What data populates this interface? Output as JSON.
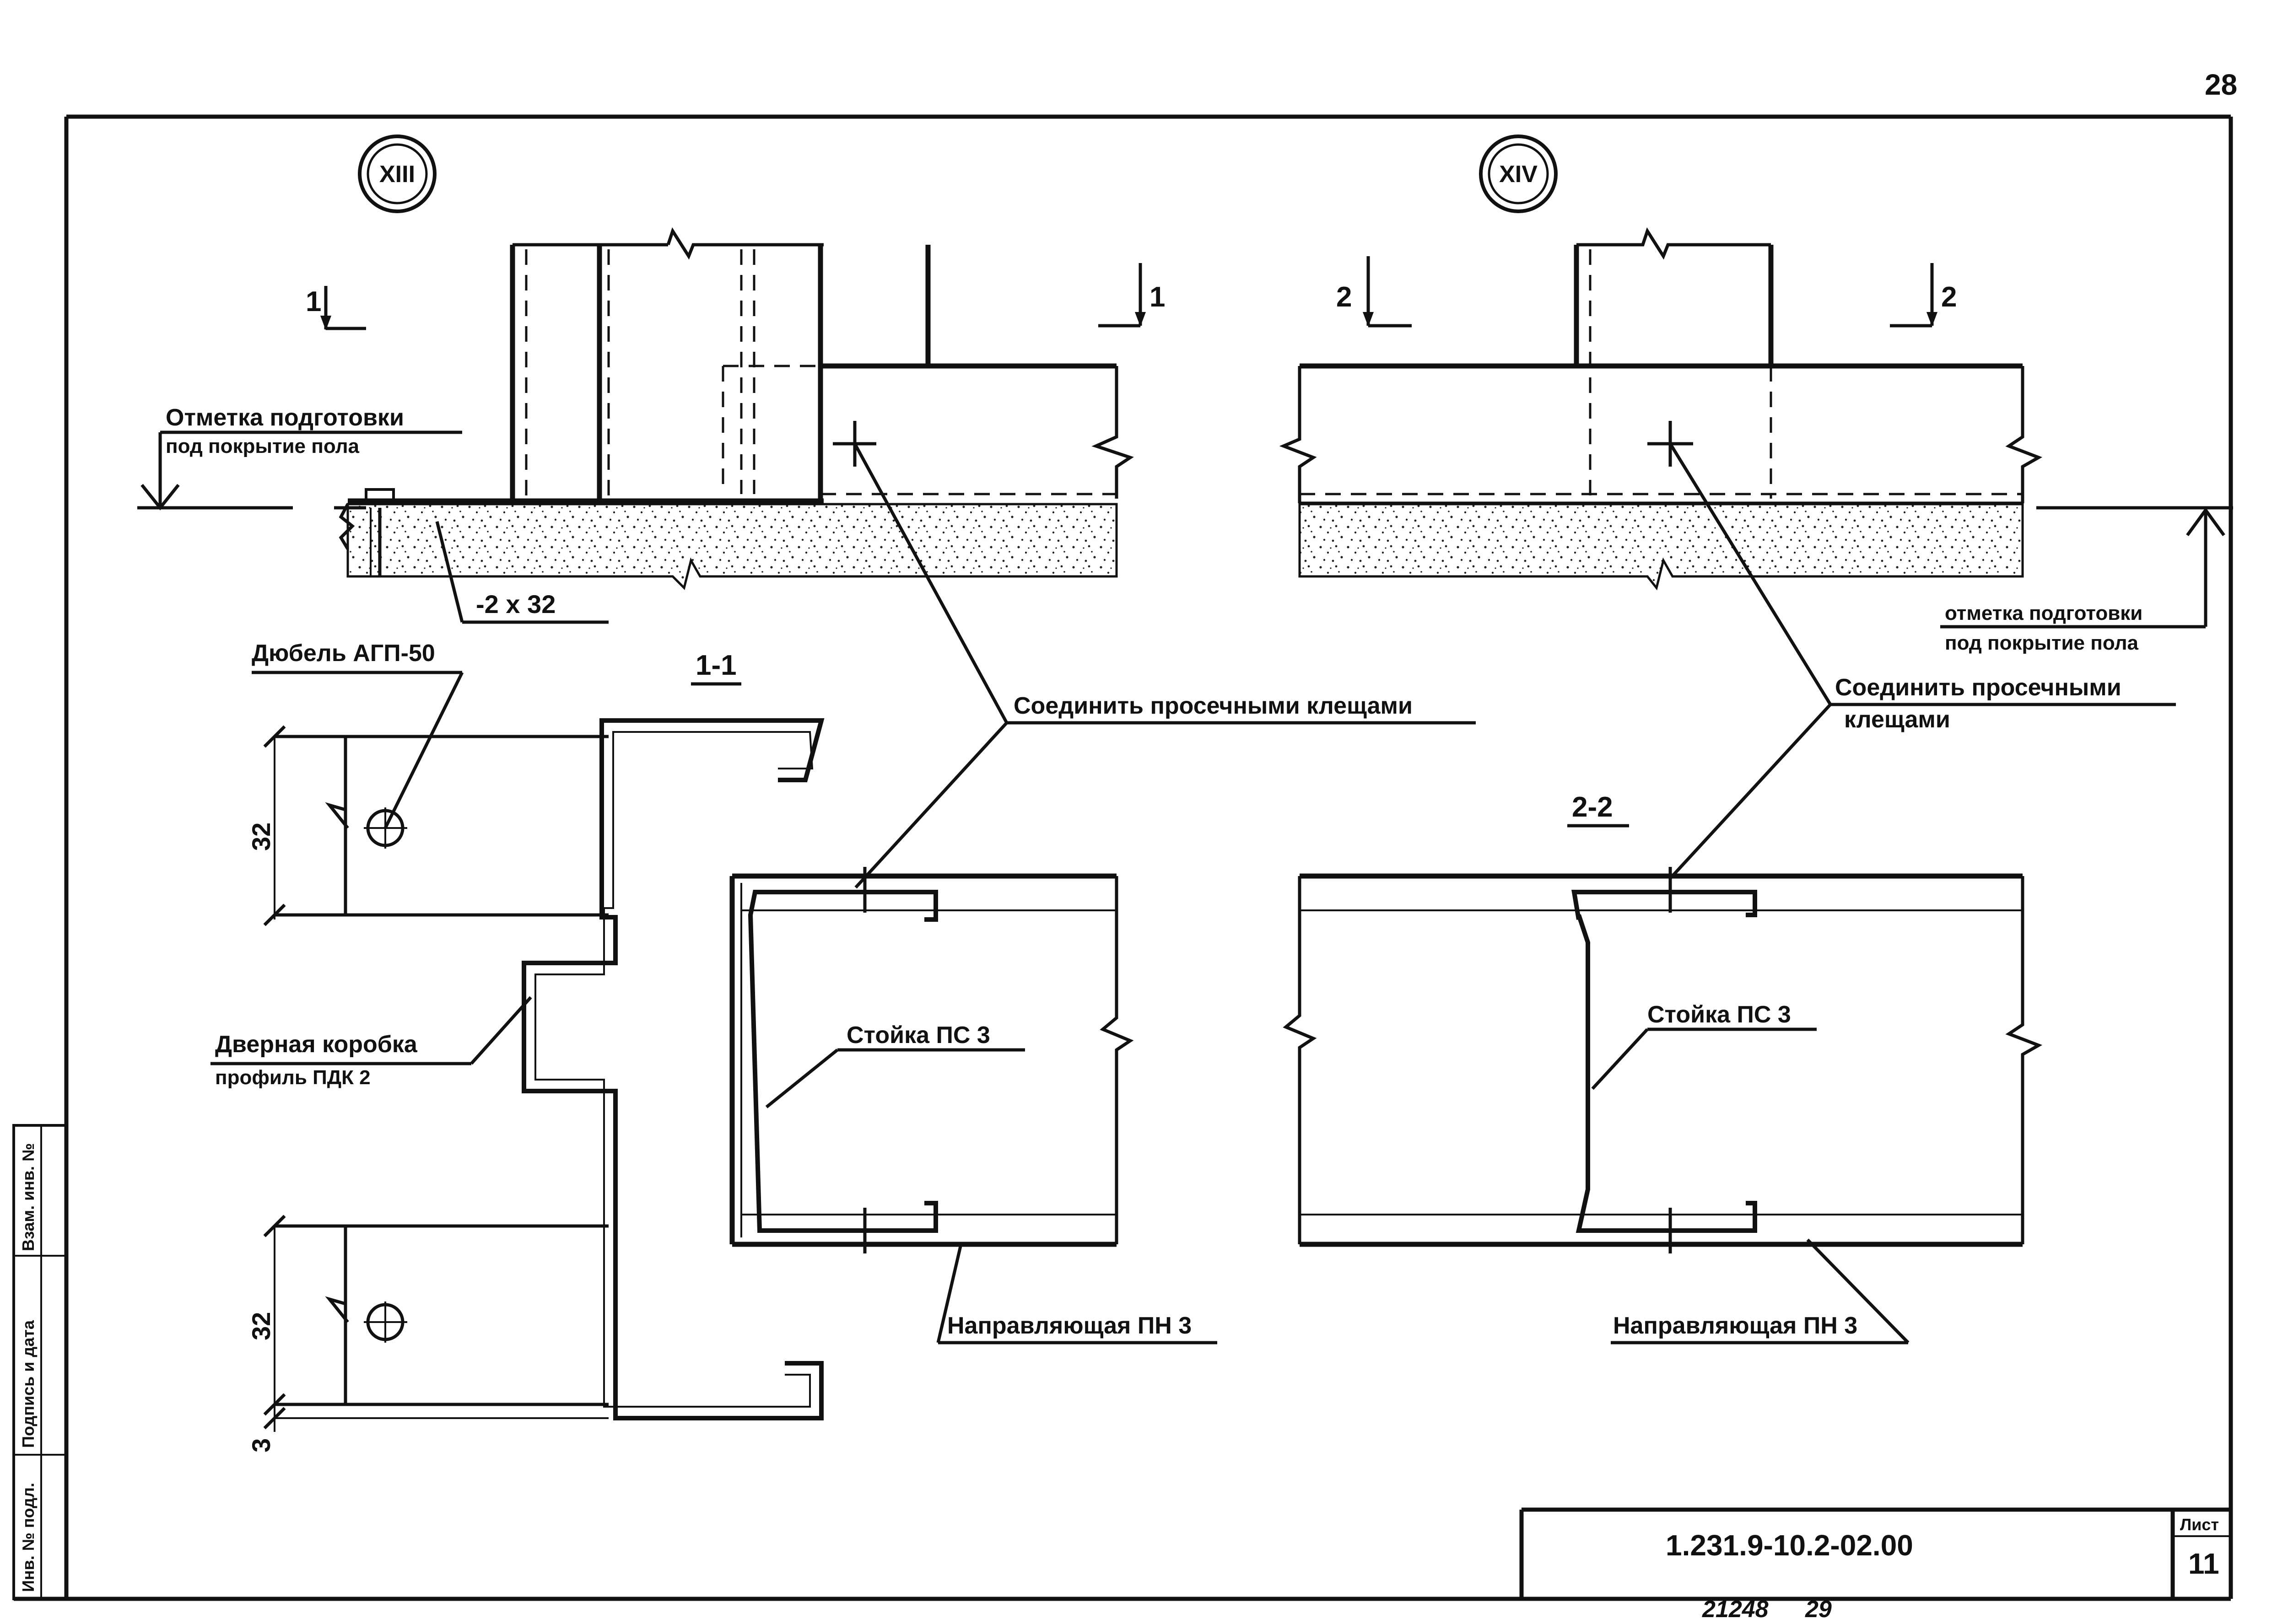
{
  "page_number": "28",
  "details": [
    {
      "label": "XIII"
    },
    {
      "label": "XIV"
    }
  ],
  "section_marks": {
    "left": "1",
    "right": "2"
  },
  "section_titles": [
    "1-1",
    "2-2"
  ],
  "annotations": {
    "level_left_line1": "Отметка подготовки",
    "level_left_line2": "под покрытие пола",
    "level_right_line1": "отметка подготовки",
    "level_right_line2": "под покрытие пола",
    "plate": "-2 x 32",
    "dowel": "Дюбель АГП-50",
    "join_left": "Соединить просечными клещами",
    "join_right_line1": "Соединить просечными",
    "join_right_line2": "клещами",
    "door_frame_line1": "Дверная коробка",
    "door_frame_line2": "профиль ПДК 2",
    "post_left": "Стойка ПС 3",
    "post_right": "Стойка ПС 3",
    "guide_left": "Направляющая ПН 3",
    "guide_right": "Направляющая ПН 3"
  },
  "dimensions": {
    "top": "32",
    "bottom": "32",
    "small": "3"
  },
  "side_stamp": {
    "col1": "Инв. № подл.",
    "col2": "Подпись и дата",
    "col3": "Взам. инв. №"
  },
  "title_block": {
    "code": "1.231.9-10.2-02.00",
    "sheet_label": "Лист",
    "sheet_number": "11"
  },
  "footer": {
    "number": "21248",
    "page": "29"
  }
}
